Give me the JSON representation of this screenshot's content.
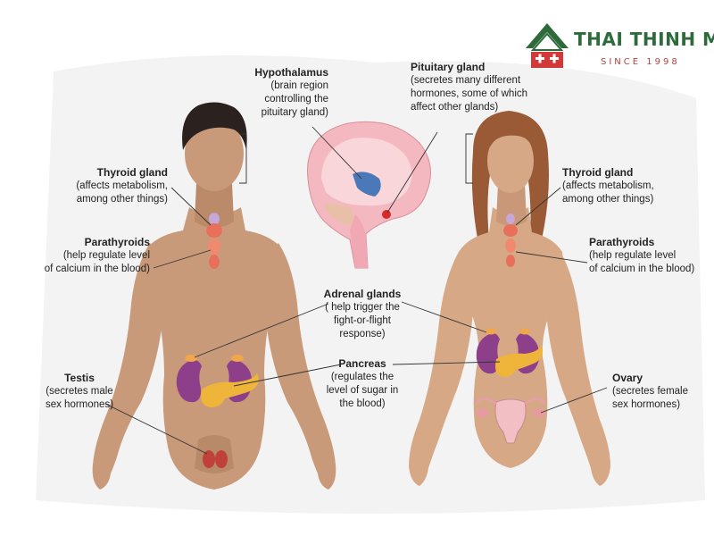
{
  "logo": {
    "title": "THAI THINH MEDIC",
    "subtitle": "SINCE 1998",
    "green": "#2e6b3b",
    "red": "#d23a3a"
  },
  "labels": {
    "hypothalamus": {
      "title": "Hypothalamus",
      "desc": [
        "(brain region",
        "controlling the",
        "pituitary gland)"
      ]
    },
    "pituitary": {
      "title": "Pituitary gland",
      "desc": [
        "(secretes many different",
        "hormones, some of which",
        "affect other glands)"
      ]
    },
    "thyroid_left": {
      "title": "Thyroid gland",
      "desc": [
        "(affects metabolism,",
        "among other things)"
      ]
    },
    "thyroid_right": {
      "title": "Thyroid gland",
      "desc": [
        "(affects metabolism,",
        "among other things)"
      ]
    },
    "parathyroids_left": {
      "title": "Parathyroids",
      "desc": [
        "(help regulate level",
        "of calcium in the blood)"
      ]
    },
    "parathyroids_right": {
      "title": "Parathyroids",
      "desc": [
        "(help regulate level",
        "of calcium in the blood)"
      ]
    },
    "adrenal": {
      "title": "Adrenal glands",
      "desc": [
        "( help trigger the",
        "fight-or-flight",
        "response)"
      ]
    },
    "pancreas": {
      "title": "Pancreas",
      "desc": [
        "(regulates the",
        "level of sugar in",
        "the blood)"
      ]
    },
    "testis": {
      "title": "Testis",
      "desc": [
        "(secretes male",
        "sex hormones)"
      ]
    },
    "ovary": {
      "title": "Ovary",
      "desc": [
        "(secretes female",
        "sex hormones)"
      ]
    }
  },
  "colors": {
    "skin_male": "#c99a79",
    "skin_female": "#d6a886",
    "hair_male": "#2b2220",
    "hair_female": "#9a5a35",
    "kidney": "#8e3f8a",
    "pancreas": "#efb43a",
    "thyroid": "#e8705a",
    "leader": "#333333"
  }
}
